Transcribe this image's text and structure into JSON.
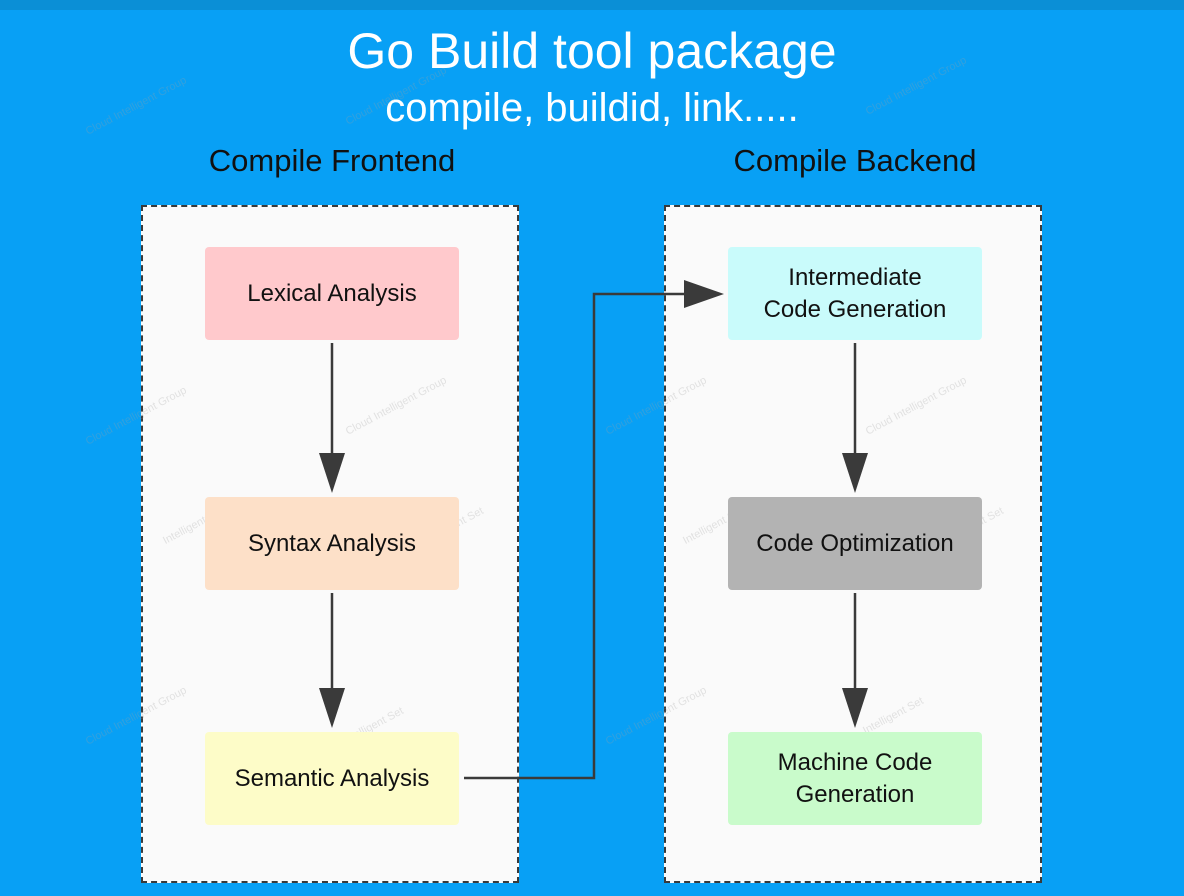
{
  "title": "Go Build tool package",
  "subtitle": "compile, buildid, link.....",
  "frontend": {
    "label": "Compile Frontend",
    "nodes": [
      {
        "label": "Lexical Analysis",
        "color": "#ffc9cc"
      },
      {
        "label": "Syntax Analysis",
        "color": "#fde0c8"
      },
      {
        "label": "Semantic Analysis",
        "color": "#fdfcc8"
      }
    ]
  },
  "backend": {
    "label": "Compile Backend",
    "nodes": [
      {
        "label": "Intermediate\nCode Generation",
        "color": "#c9fbfb"
      },
      {
        "label": "Code Optimization",
        "color": "#b3b3b3"
      },
      {
        "label": "Machine Code\nGeneration",
        "color": "#c9fbcb"
      }
    ]
  },
  "colors": {
    "background": "#08a0f5",
    "panel": "#fafafa",
    "arrow": "#3a3a3a"
  },
  "watermarks": [
    "Cloud Intelligent Group",
    "Intelligent Set"
  ]
}
